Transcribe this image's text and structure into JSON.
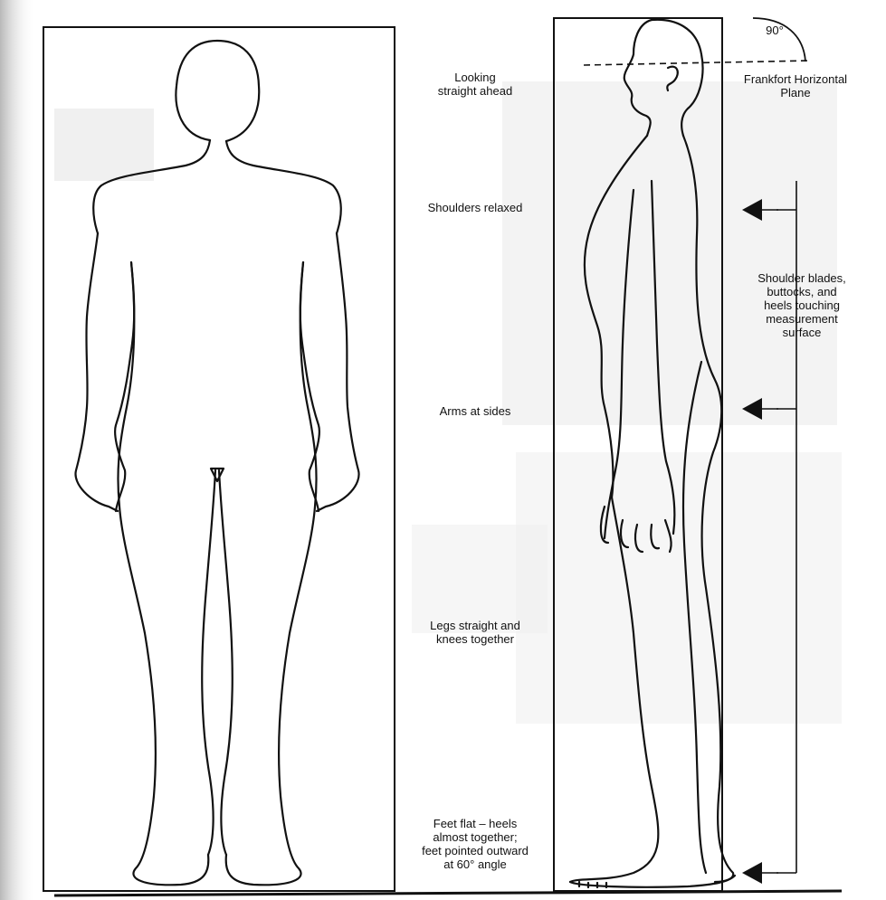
{
  "labels": {
    "looking": "Looking\nstraight ahead",
    "shoulders": "Shoulders relaxed",
    "arms": "Arms at sides",
    "legs": "Legs straight and\nknees together",
    "feet": "Feet flat – heels\nalmost together;\nfeet pointed outward\nat 60° angle",
    "angle": "90°",
    "frankfort": "Frankfort Horizontal\nPlane",
    "blades": "Shoulder blades,\nbuttocks, and\nheels touching\nmeasurement\nsurface"
  },
  "colors": {
    "outline": "#111111",
    "background_show_through": "#c9c9c9",
    "page": "#ffffff"
  },
  "icons": {
    "front_figure": "human-front-silhouette",
    "side_figure": "human-side-silhouette",
    "arrows": "arrow-left-icon"
  }
}
